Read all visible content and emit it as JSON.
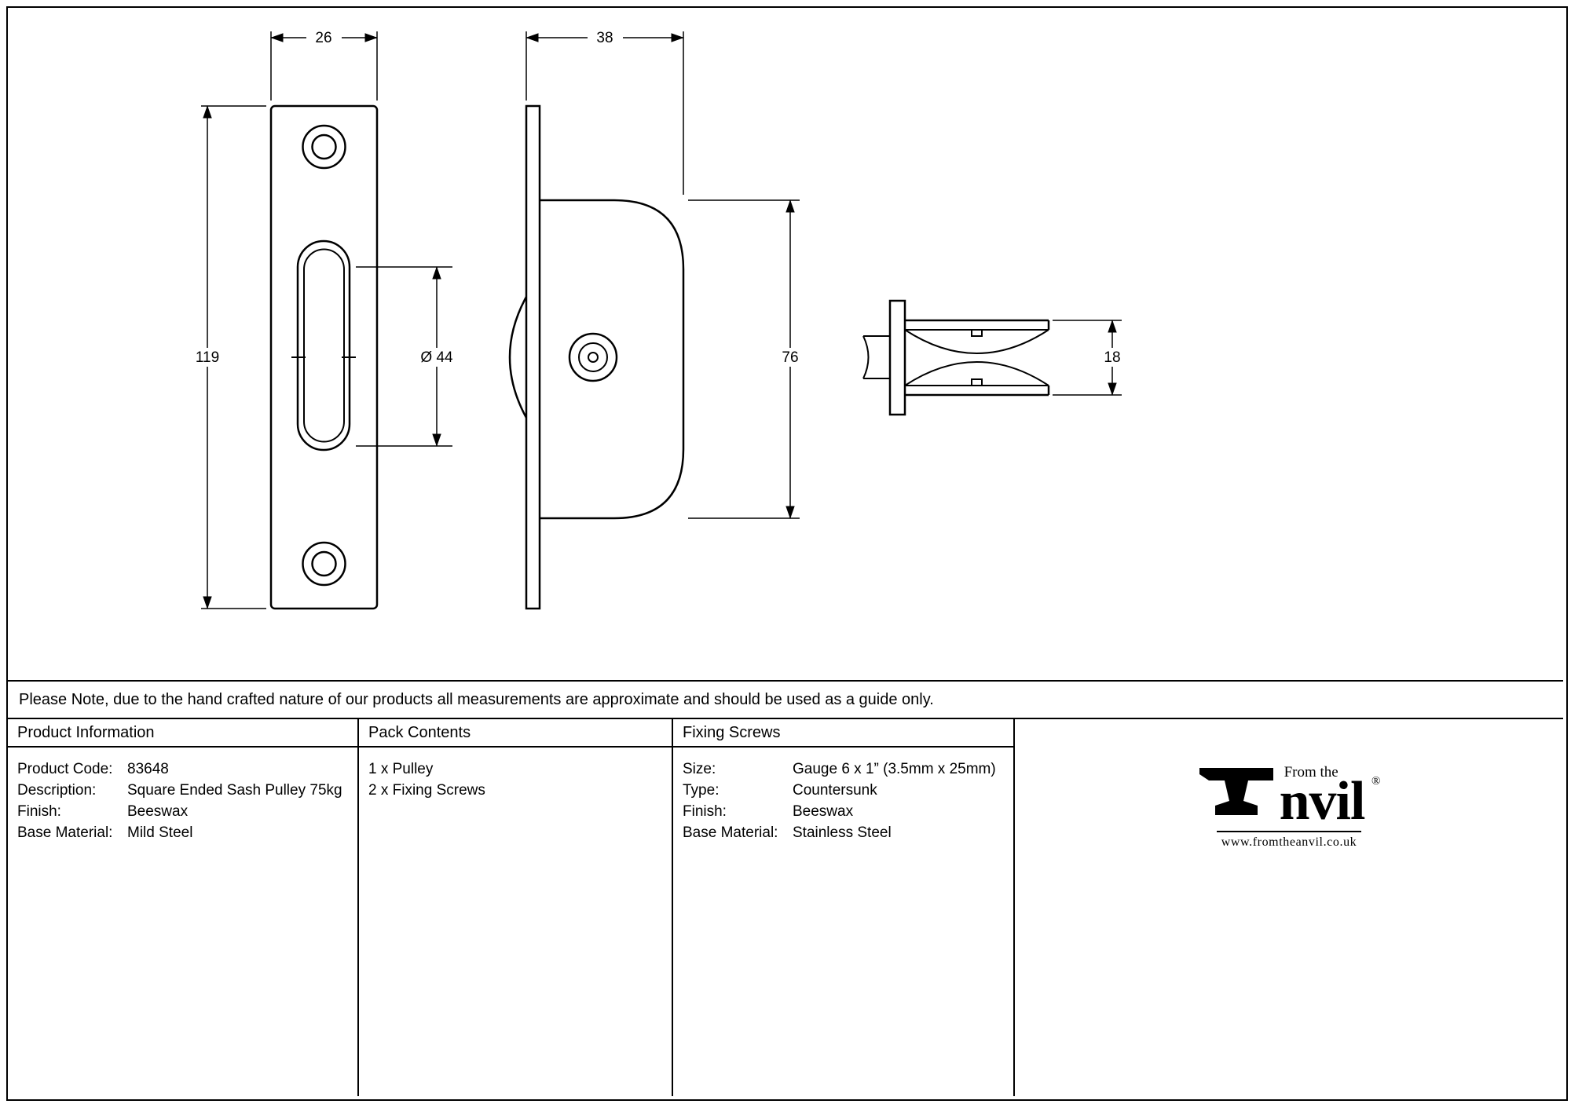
{
  "drawing": {
    "dims": {
      "front_width": "26",
      "front_height": "119",
      "wheel_diameter": "Ø 44",
      "side_depth": "38",
      "case_height": "76",
      "wheel_width": "18"
    }
  },
  "note": "Please Note, due to the hand crafted nature of our products all measurements are approximate and should be used as a guide only.",
  "table": {
    "product_info": {
      "header": "Product Information",
      "rows": [
        {
          "label": "Product Code:",
          "value": "83648"
        },
        {
          "label": "Description:",
          "value": "Square Ended Sash Pulley 75kg"
        },
        {
          "label": "Finish:",
          "value": "Beeswax"
        },
        {
          "label": "Base Material:",
          "value": "Mild Steel"
        }
      ]
    },
    "pack_contents": {
      "header": "Pack Contents",
      "items": [
        "1 x Pulley",
        "2 x Fixing Screws"
      ]
    },
    "fixing_screws": {
      "header": "Fixing Screws",
      "rows": [
        {
          "label": "Size:",
          "value": "Gauge 6 x 1” (3.5mm x 25mm)"
        },
        {
          "label": "Type:",
          "value": "Countersunk"
        },
        {
          "label": "Finish:",
          "value": "Beeswax"
        },
        {
          "label": "Base Material:",
          "value": "Stainless Steel"
        }
      ]
    }
  },
  "logo": {
    "from_the": "From the",
    "brand": "nvil",
    "registered": "®",
    "website": "www.fromtheanvil.co.uk"
  }
}
